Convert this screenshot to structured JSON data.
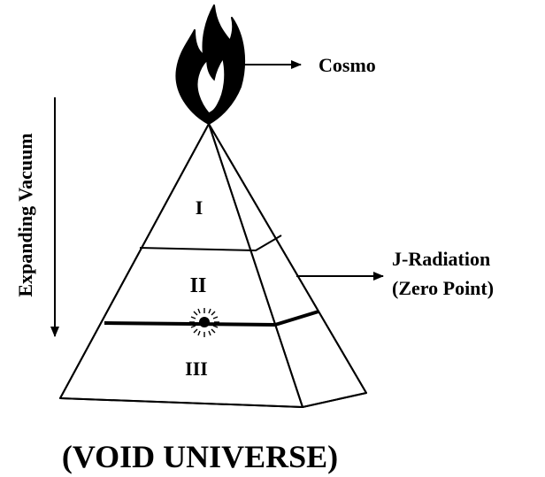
{
  "labels": {
    "flame": "Cosmo",
    "vertical_arrow": "Expanding Vacuum",
    "radiation_line1": "J-Radiation",
    "radiation_line2": "(Zero Point)",
    "caption": "(VOID UNIVERSE)"
  },
  "regions": {
    "top": "I",
    "middle": "II",
    "bottom": "III"
  },
  "colors": {
    "stroke": "#000000",
    "background": "#ffffff"
  }
}
